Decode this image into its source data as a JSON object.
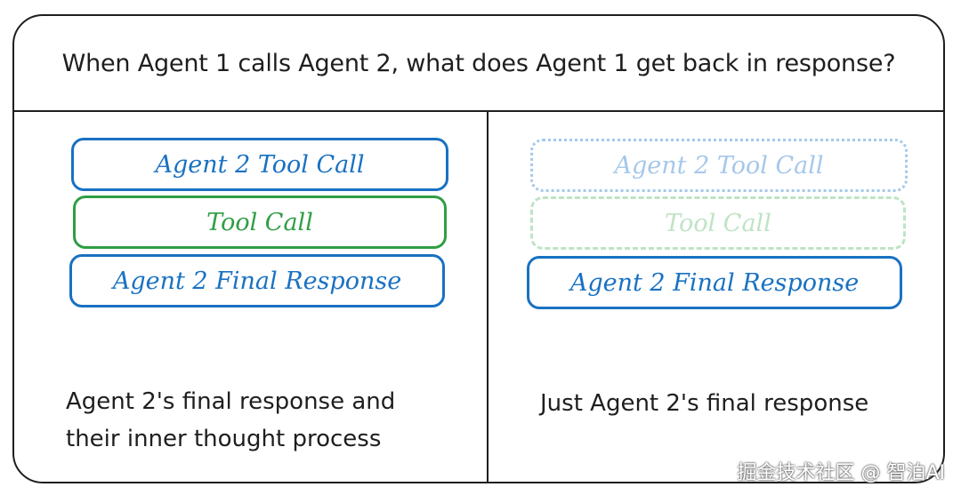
{
  "question": "When Agent 1 calls Agent 2, what does Agent 1 get back in response?",
  "left": {
    "boxes": {
      "agent2_tool_call": "Agent 2 Tool Call",
      "tool_call": "Tool Call",
      "final_response": "Agent 2 Final Response"
    },
    "caption_line1": "Agent 2's final response and",
    "caption_line2": "their inner thought process"
  },
  "right": {
    "boxes": {
      "agent2_tool_call": "Agent 2 Tool Call",
      "tool_call": "Tool Call",
      "final_response": "Agent 2 Final Response"
    },
    "caption": "Just Agent 2's final response"
  },
  "watermark": "掘金技术社区 @ 智泊AI",
  "colors": {
    "blue": "#1971c2",
    "green": "#2f9e44",
    "faded_blue": "#a5c8ea",
    "faded_green": "#bfe3c5",
    "stroke": "#1e1e1e"
  }
}
